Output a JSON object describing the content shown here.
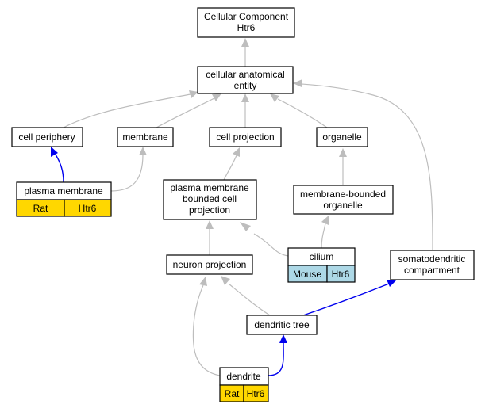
{
  "nodes": {
    "root": {
      "line1": "Cellular Component",
      "line2": "Htr6"
    },
    "cae": {
      "line1": "cellular anatomical",
      "line2": "entity"
    },
    "cell_periphery": {
      "label": "cell periphery"
    },
    "membrane": {
      "label": "membrane"
    },
    "cell_projection": {
      "label": "cell projection"
    },
    "organelle": {
      "label": "organelle"
    },
    "plasma_membrane": {
      "label": "plasma membrane",
      "species": "Rat",
      "gene": "Htr6"
    },
    "pmbcp": {
      "line1": "plasma membrane",
      "line2": "bounded cell",
      "line3": "projection"
    },
    "mbo": {
      "line1": "membrane-bounded",
      "line2": "organelle"
    },
    "somatodendritic": {
      "line1": "somatodendritic",
      "line2": "compartment"
    },
    "cilium": {
      "label": "cilium",
      "species": "Mouse",
      "gene": "Htr6"
    },
    "neuron_projection": {
      "label": "neuron projection"
    },
    "dendritic_tree": {
      "label": "dendritic tree"
    },
    "dendrite": {
      "label": "dendrite",
      "species": "Rat",
      "gene": "Htr6"
    }
  },
  "colors": {
    "rat_cell": "#ffd700",
    "mouse_cell": "#add8e6",
    "is_a_edge": "#bdbdbd",
    "part_of_edge": "#0000ee"
  }
}
